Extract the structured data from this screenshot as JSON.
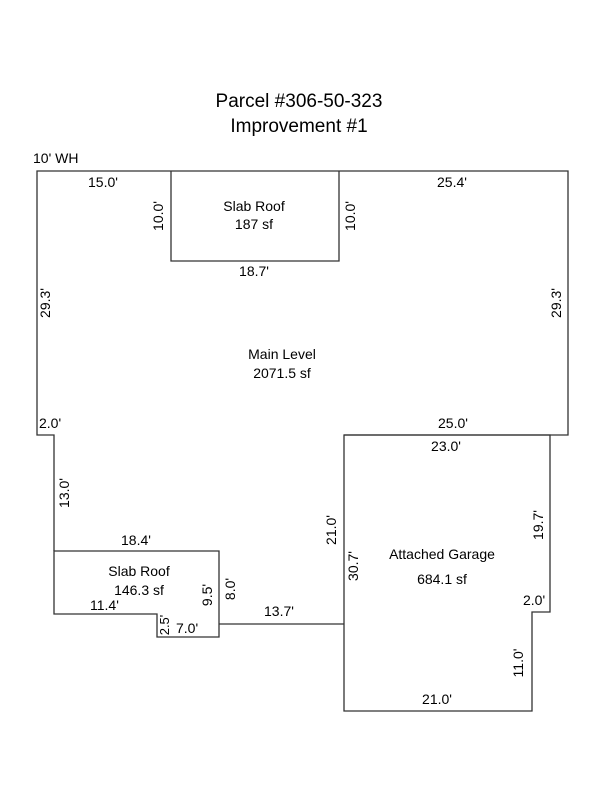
{
  "title": {
    "line1": "Parcel #306-50-323",
    "line2": "Improvement #1"
  },
  "wall_height": "10' WH",
  "main_level": {
    "name": "Main Level",
    "area": "2071.5 sf",
    "dims": {
      "top_left": "15.0'",
      "top_right": "25.4'",
      "left": "29.3'",
      "right": "29.3'",
      "step": "2.0'",
      "bottom_right": "25.0'",
      "lower_left": "13.0'",
      "inner": "21.0'",
      "connector": "13.7'"
    }
  },
  "slab_roof_top": {
    "name": "Slab Roof",
    "area": "187 sf",
    "dims": {
      "left": "10.0'",
      "right": "10.0'",
      "bottom": "18.7'"
    }
  },
  "slab_roof_bottom": {
    "name": "Slab Roof",
    "area": "146.3 sf",
    "dims": {
      "top": "18.4'",
      "bottom": "11.4'",
      "notch_v": "2.5'",
      "notch_h": "7.0'",
      "right_inner": "9.5'",
      "right_outer": "8.0'"
    }
  },
  "garage": {
    "name": "Attached Garage",
    "area": "684.1 sf",
    "dims": {
      "top": "23.0'",
      "left": "30.7'",
      "right": "19.7'",
      "step": "2.0'",
      "lower_right": "11.0'",
      "bottom": "21.0'"
    }
  }
}
